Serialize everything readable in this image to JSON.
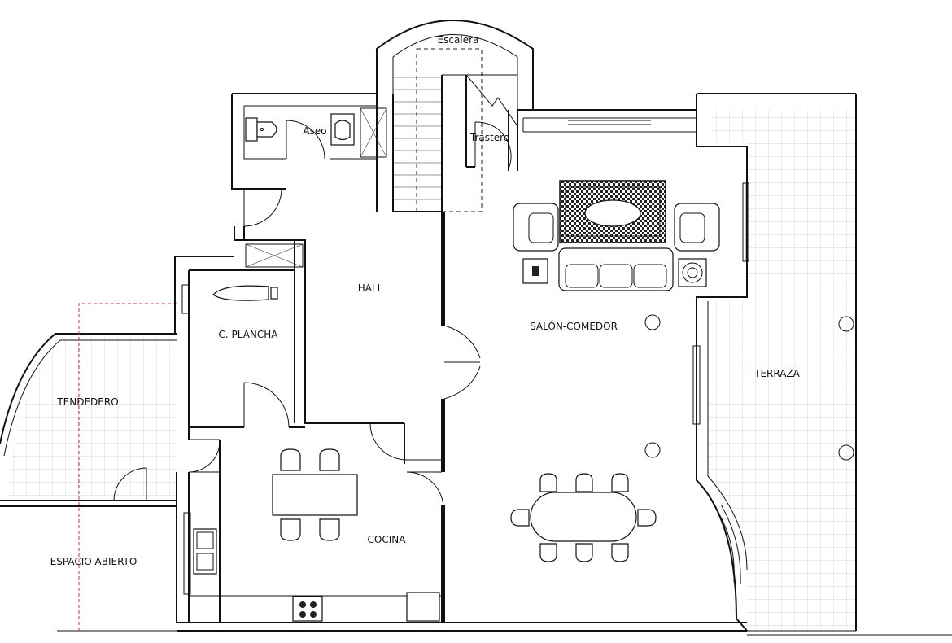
{
  "rooms": {
    "escalera": "Escalera",
    "aseo": "Aseo",
    "trastero": "Trastero",
    "hall": "HALL",
    "c_plancha": "C. PLANCHA",
    "salon_comedor": "SALÓN-COMEDOR",
    "terraza": "TERRAZA",
    "tendedero": "TENDEDERO",
    "cocina": "COCINA",
    "espacio_abierto": "ESPACIO ABIERTO"
  },
  "colors": {
    "wall": "#111111",
    "tile": "#c9c9c9",
    "property_line": "#c0392b"
  }
}
